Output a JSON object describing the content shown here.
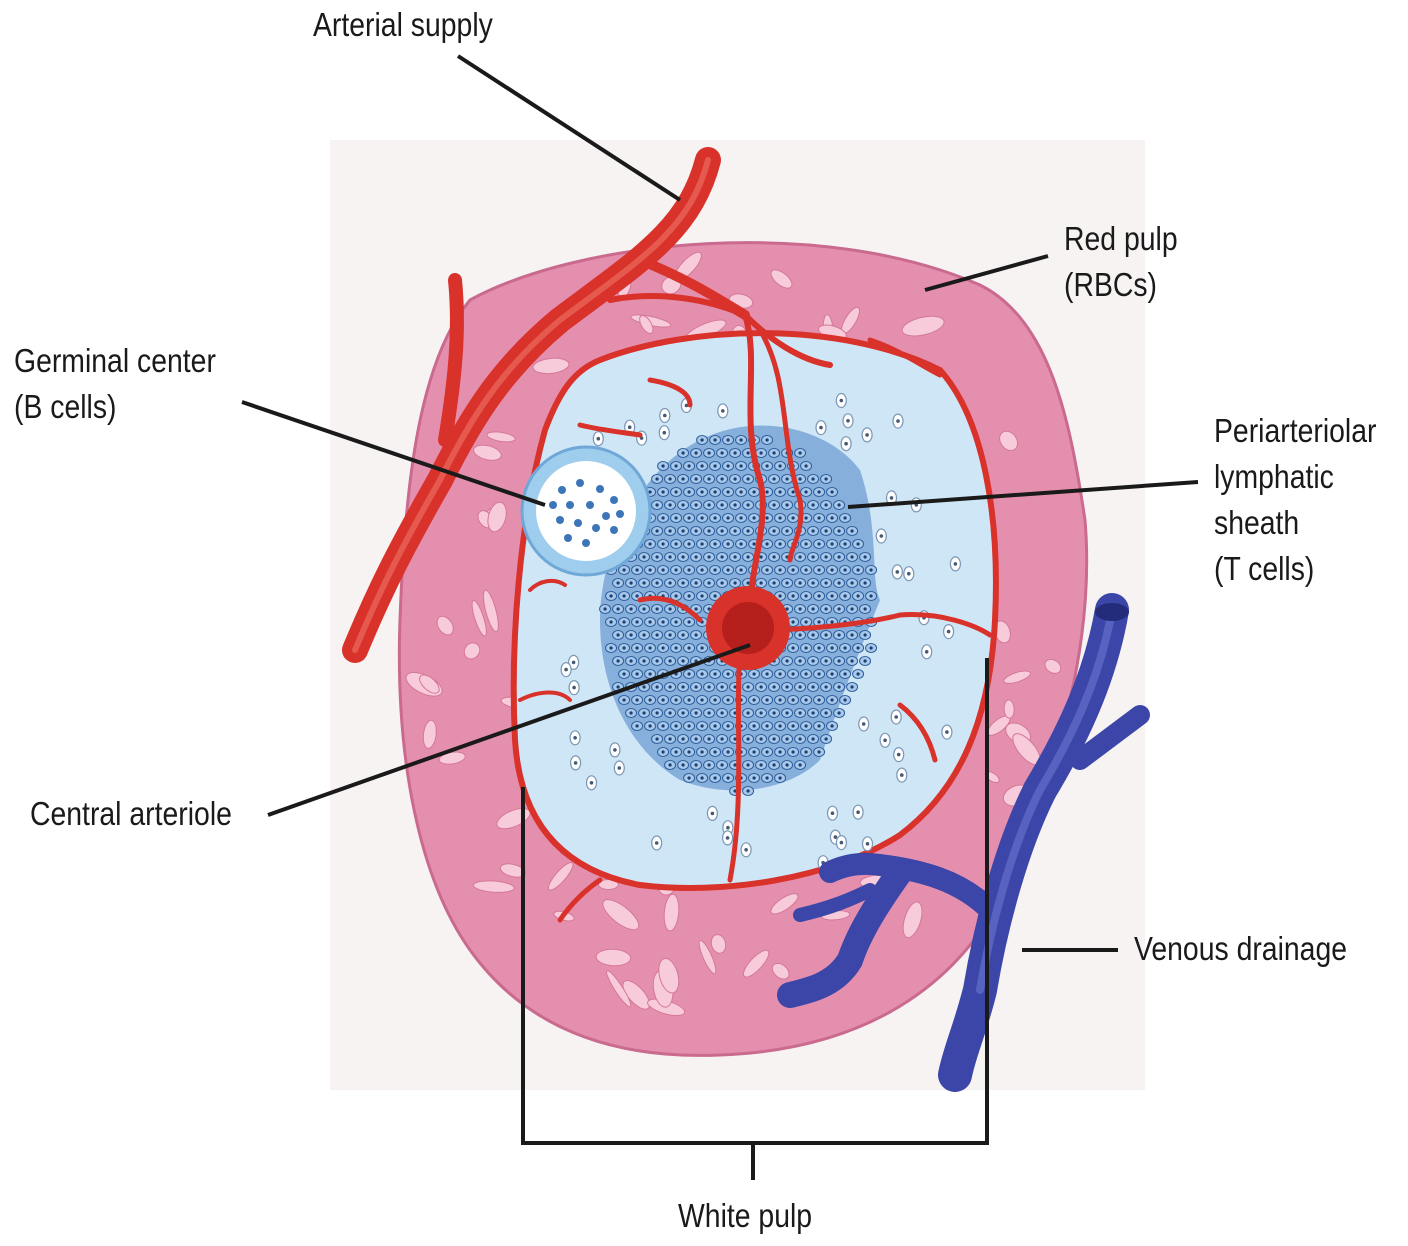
{
  "labels": {
    "arterial_supply": "Arterial supply",
    "red_pulp": [
      "Red pulp",
      "(RBCs)"
    ],
    "germinal_center": [
      "Germinal center",
      "(B cells)"
    ],
    "pals": [
      "Periarteriolar",
      "lymphatic",
      "sheath",
      "(T cells)"
    ],
    "central_arteriole": "Central arteriole",
    "venous_drainage": "Venous drainage",
    "white_pulp": "White pulp"
  },
  "colors": {
    "red_pulp": "#e58fae",
    "red_pulp_islands": "#f7cbd9",
    "white_pulp": "#cfe6f7",
    "pals": "#7ea9d8",
    "germinal_center_ring": "#9fcdee",
    "artery": "#d8322a",
    "vein": "#3b46a8",
    "leader_line": "#1a1a1a"
  }
}
